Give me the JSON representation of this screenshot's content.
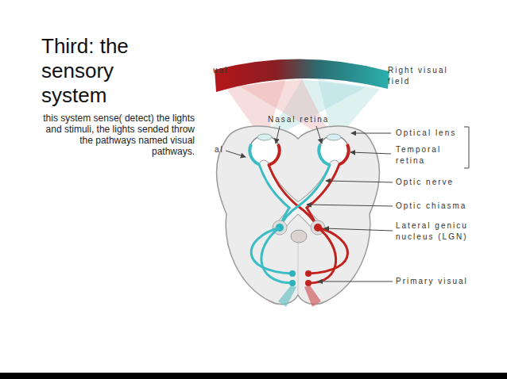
{
  "diagram": {
    "title": "Third: the sensory system",
    "labels": [
      "this system sense( detect) the lights and stimuli, the lights sended throw the pathways named visual pathways.",
      "ual",
      "Right visual field",
      "Nasal retina",
      "al",
      "Optical lens",
      "Temporal retina",
      "Optic nerve",
      "Optic chiasma",
      "Lateral genicu nucleus (LGN)",
      "Primary visual"
    ]
  }
}
